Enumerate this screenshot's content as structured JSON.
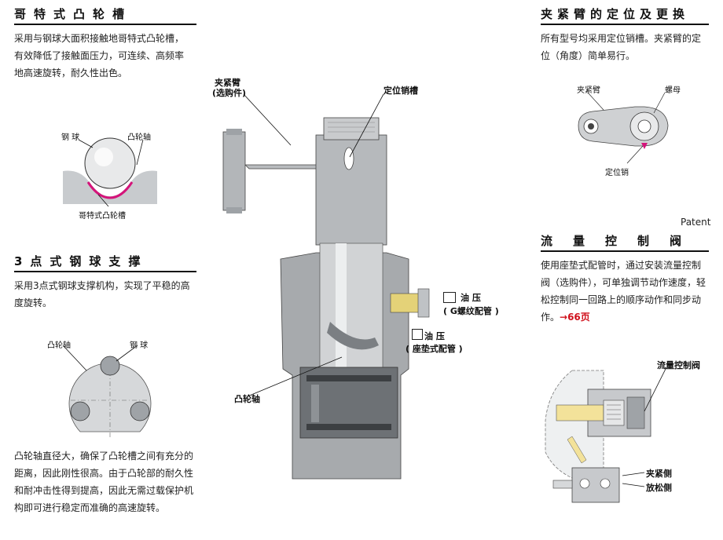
{
  "sections": {
    "gothic": {
      "title": "哥特式凸轮槽",
      "body": "采用与钢球大面积接触地哥特式凸轮槽，有效降低了接触面压力，可连续、高频率地高速旋转，耐久性出色。",
      "label_ball": "钢 球",
      "label_cam_shaft": "凸轮轴",
      "label_groove": "哥特式凸轮槽"
    },
    "three_point": {
      "title": "3点式钢球支撑",
      "body": "采用3点式钢球支撑机构，实现了平稳的高度旋转。",
      "label_cam_shaft": "凸轮轴",
      "label_ball": "钢 球",
      "body2": "凸轮轴直径大，确保了凸轮槽之间有充分的距离，因此刚性很高。由于凸轮部的耐久性和耐冲击性得到提高，因此无需过载保护机构即可进行稳定而准确的高速旋转。"
    },
    "center": {
      "label_clamp_arm": "夹紧臂",
      "label_clamp_arm_sub": "(选购件)",
      "label_positioning_groove": "定位销槽",
      "label_oil1": "油 压",
      "label_oil1_sub": "( G螺纹配管 )",
      "label_oil2": "油 压",
      "label_oil2_sub": "( 座垫式配管 )",
      "label_cam_shaft": "凸轮轴"
    },
    "positioning": {
      "title": "夹紧臂的定位及更换",
      "body": "所有型号均采用定位销槽。夹紧臂的定位（角度）简单易行。",
      "label_clamp_arm": "夹紧臂",
      "label_nut": "螺母",
      "label_pin": "定位销"
    },
    "flow": {
      "patent": "Patent",
      "title": "流量控制阀",
      "body_pre": "使用座垫式配管时，通过安装流量控制阀（选购件），可单独调节动作速度，轻松控制同一回路上的顺序动作和同步动作。",
      "link": "→66页",
      "label_valve": "流量控制阀",
      "label_clamp_side": "夹紧侧",
      "label_release_side": "放松侧"
    }
  },
  "colors": {
    "groove_highlight": "#d4147a",
    "oil_yellow": "#f3e29a",
    "link": "#d0101b"
  }
}
